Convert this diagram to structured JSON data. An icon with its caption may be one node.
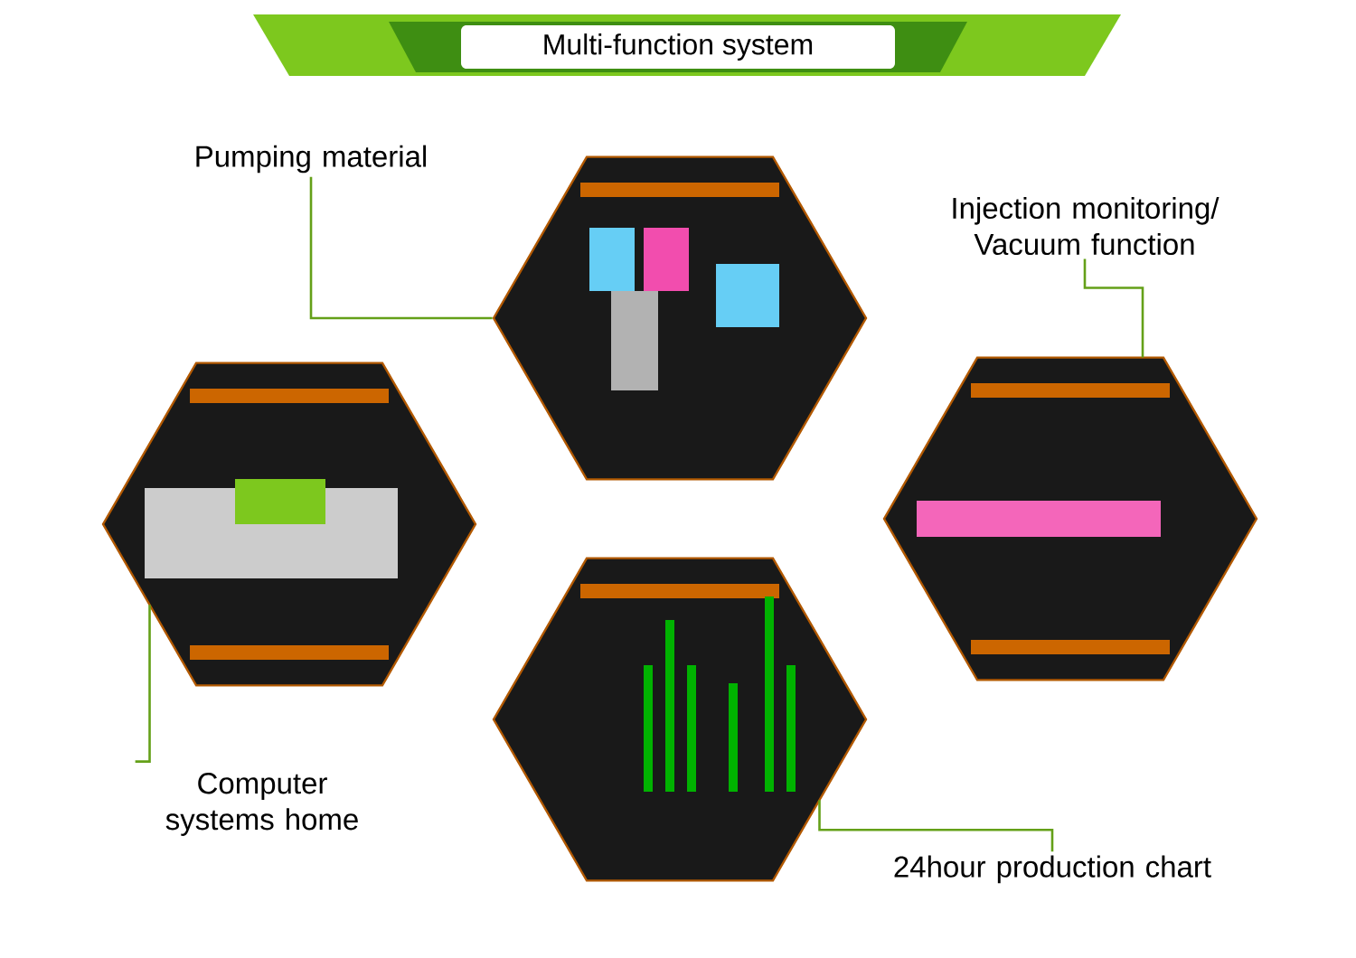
{
  "diagram": {
    "title": "Multi-function system",
    "nodes": [
      {
        "text": [
          "Pumping material"
        ]
      },
      {
        "text": [],
        "shape": "picture"
      },
      {
        "text": [
          "Injection monitoring/ Vacuum function"
        ]
      },
      {
        "text": [],
        "shape": "picture"
      },
      {
        "text": [],
        "shape": "picture"
      },
      {
        "text": [
          "Computer systems home"
        ]
      },
      {
        "text": [],
        "shape": "picture"
      },
      {
        "text": [
          "24hour production chart"
        ]
      }
    ],
    "edges": [
      {
        "from": 0,
        "to": 1,
        "arrow": "none"
      },
      {
        "from": 2,
        "to": 3,
        "arrow": "none"
      },
      {
        "from": 5,
        "to": 4,
        "arrow": "none"
      },
      {
        "from": 7,
        "to": 6,
        "arrow": "none"
      }
    ]
  }
}
